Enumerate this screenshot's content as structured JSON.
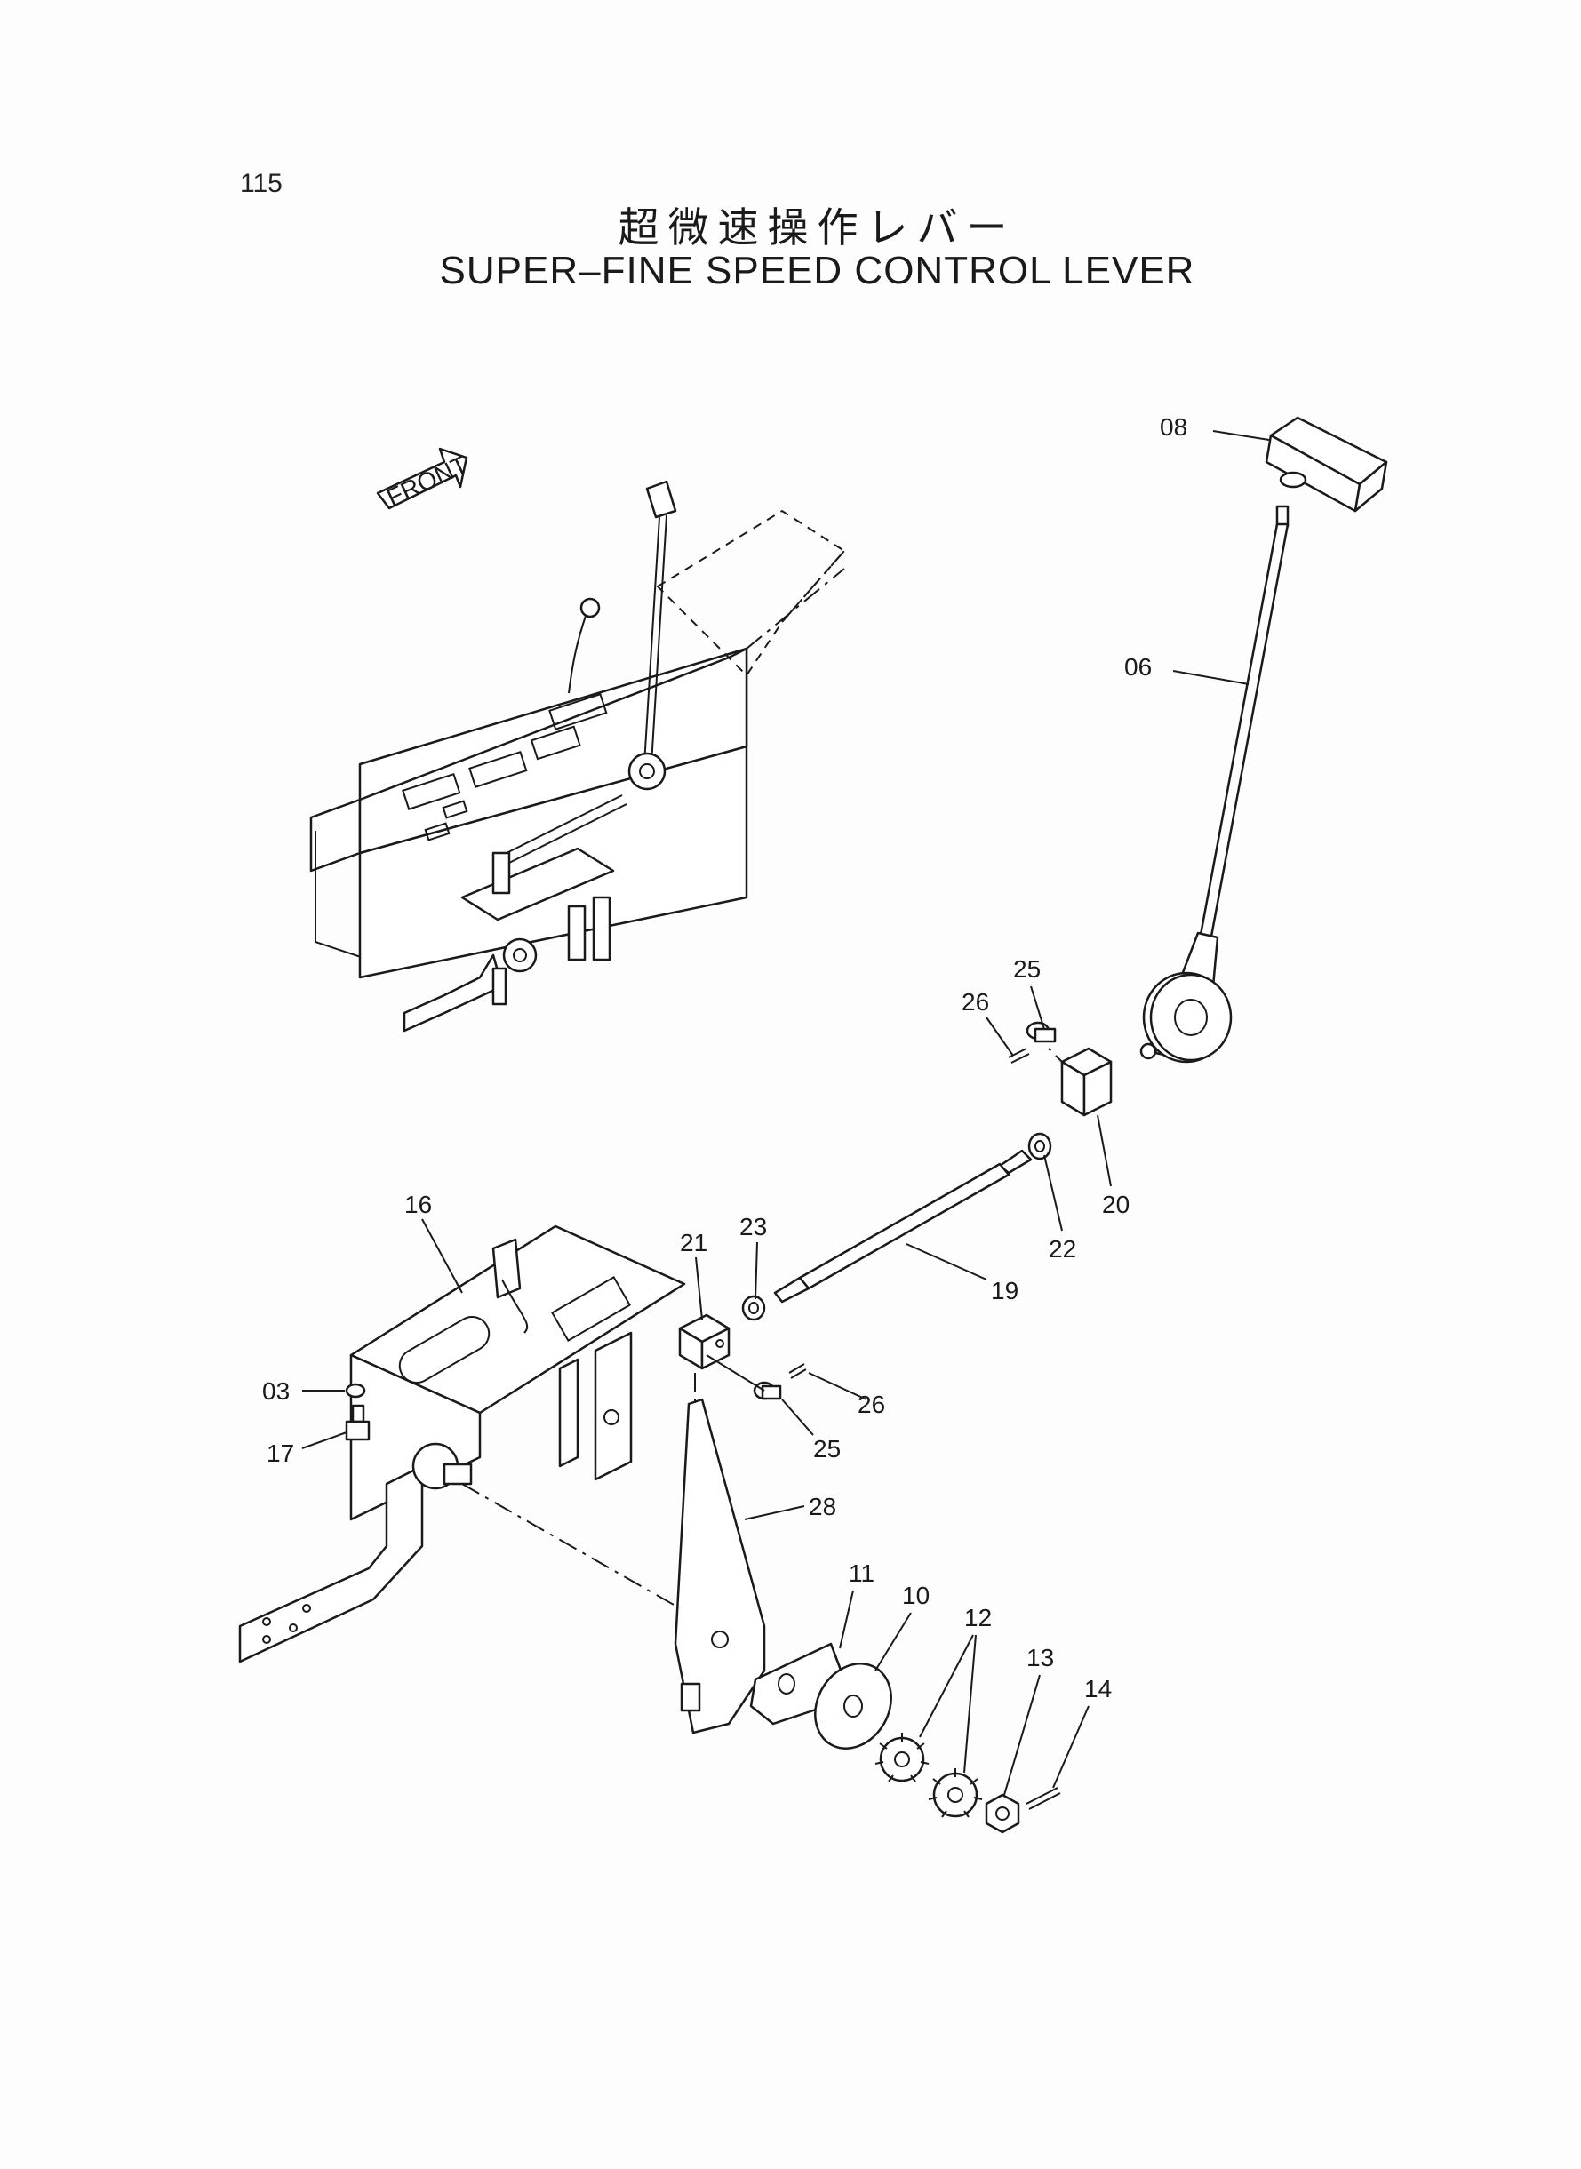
{
  "page_number": "115",
  "title_jp": "超微速操作レバー",
  "title_en": "SUPER–FINE SPEED CONTROL LEVER",
  "front_label": "FRONT",
  "callouts": {
    "c08": "08",
    "c06": "06",
    "c25a": "25",
    "c26a": "26",
    "c20": "20",
    "c22": "22",
    "c19": "19",
    "c23": "23",
    "c21": "21",
    "c16": "16",
    "c03": "03",
    "c17": "17",
    "c26b": "26",
    "c25b": "25",
    "c28": "28",
    "c11": "11",
    "c10": "10",
    "c12": "12",
    "c13": "13",
    "c14": "14"
  }
}
